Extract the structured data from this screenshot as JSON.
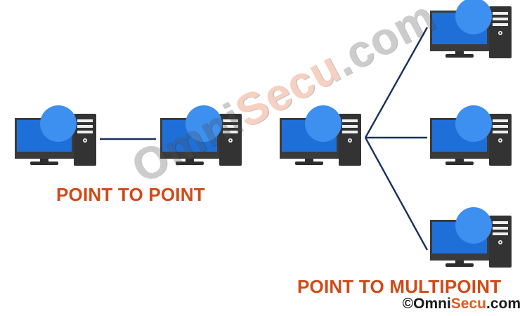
{
  "captions": {
    "point_to_point": "POINT TO POINT",
    "point_to_multipoint": "POINT TO MULTIPOINT"
  },
  "watermark": {
    "part1": "Omni",
    "part2": "Secu",
    "part3": ".com"
  },
  "copyright": {
    "symbol": "©",
    "part1": "Omni",
    "part2": "Secu",
    "part3": ".com"
  },
  "colors": {
    "screen": "#1e70d8",
    "screen_glare": "#3d8ff0",
    "bezel": "#3b3b3b",
    "tower": "#333333",
    "link": "#18305f",
    "caption": "#d04a17",
    "accent": "#e05a20"
  },
  "nodes": [
    {
      "id": "pc-1",
      "icon": "desktop-computer-icon"
    },
    {
      "id": "pc-2",
      "icon": "desktop-computer-icon"
    },
    {
      "id": "hub-pc",
      "icon": "desktop-computer-icon"
    },
    {
      "id": "pc-top-right",
      "icon": "desktop-computer-icon"
    },
    {
      "id": "pc-middle-right",
      "icon": "desktop-computer-icon"
    },
    {
      "id": "pc-bottom-right",
      "icon": "desktop-computer-icon"
    }
  ]
}
